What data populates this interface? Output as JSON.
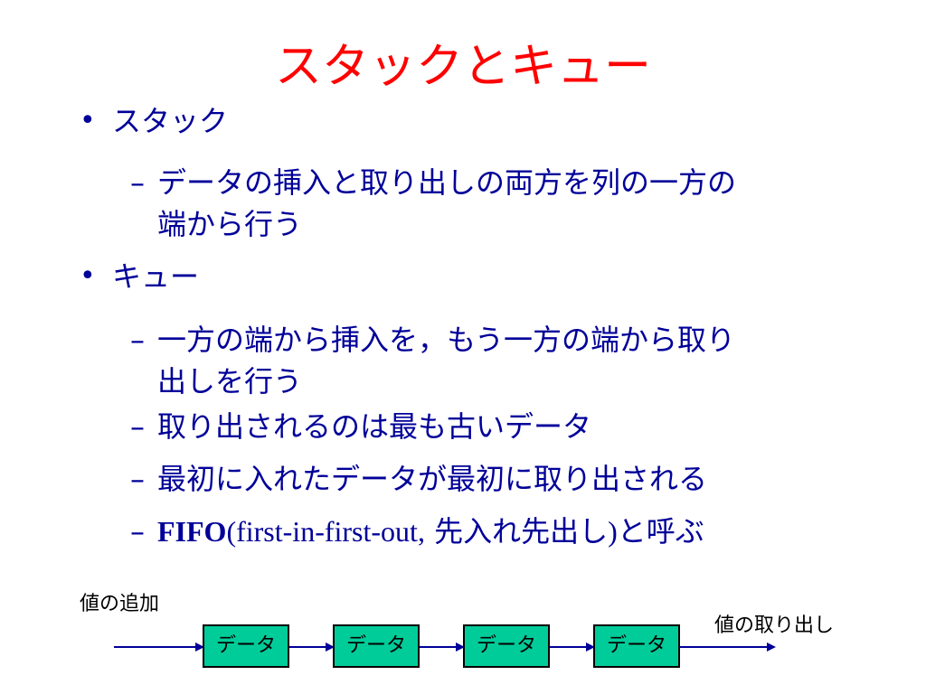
{
  "slide": {
    "title": "スタックとキュー"
  },
  "items": {
    "bullet1": "スタック",
    "bullet1_sub1_line1": "データの挿入と取り出しの両方を列の一方の",
    "bullet1_sub1_line2": "端から行う",
    "bullet2": "キュー",
    "bullet2_sub1_line1": "一方の端から挿入を，もう一方の端から取り",
    "bullet2_sub1_line2": "出しを行う",
    "bullet2_sub2": "取り出されるのは最も古いデータ",
    "bullet2_sub3": "最初に入れたデータが最初に取り出される",
    "fifo_bold": "FIFO",
    "fifo_paren": "(first-in-first-out,",
    "fifo_jp": "先入れ先出し",
    "fifo_close": ")",
    "fifo_tail": "と呼ぶ"
  },
  "markers": {
    "bullet": "•",
    "dash": "–"
  },
  "diagram": {
    "add_label": "値の追加",
    "remove_label": "値の取り出し",
    "boxes": [
      "データ",
      "データ",
      "データ",
      "データ"
    ]
  }
}
